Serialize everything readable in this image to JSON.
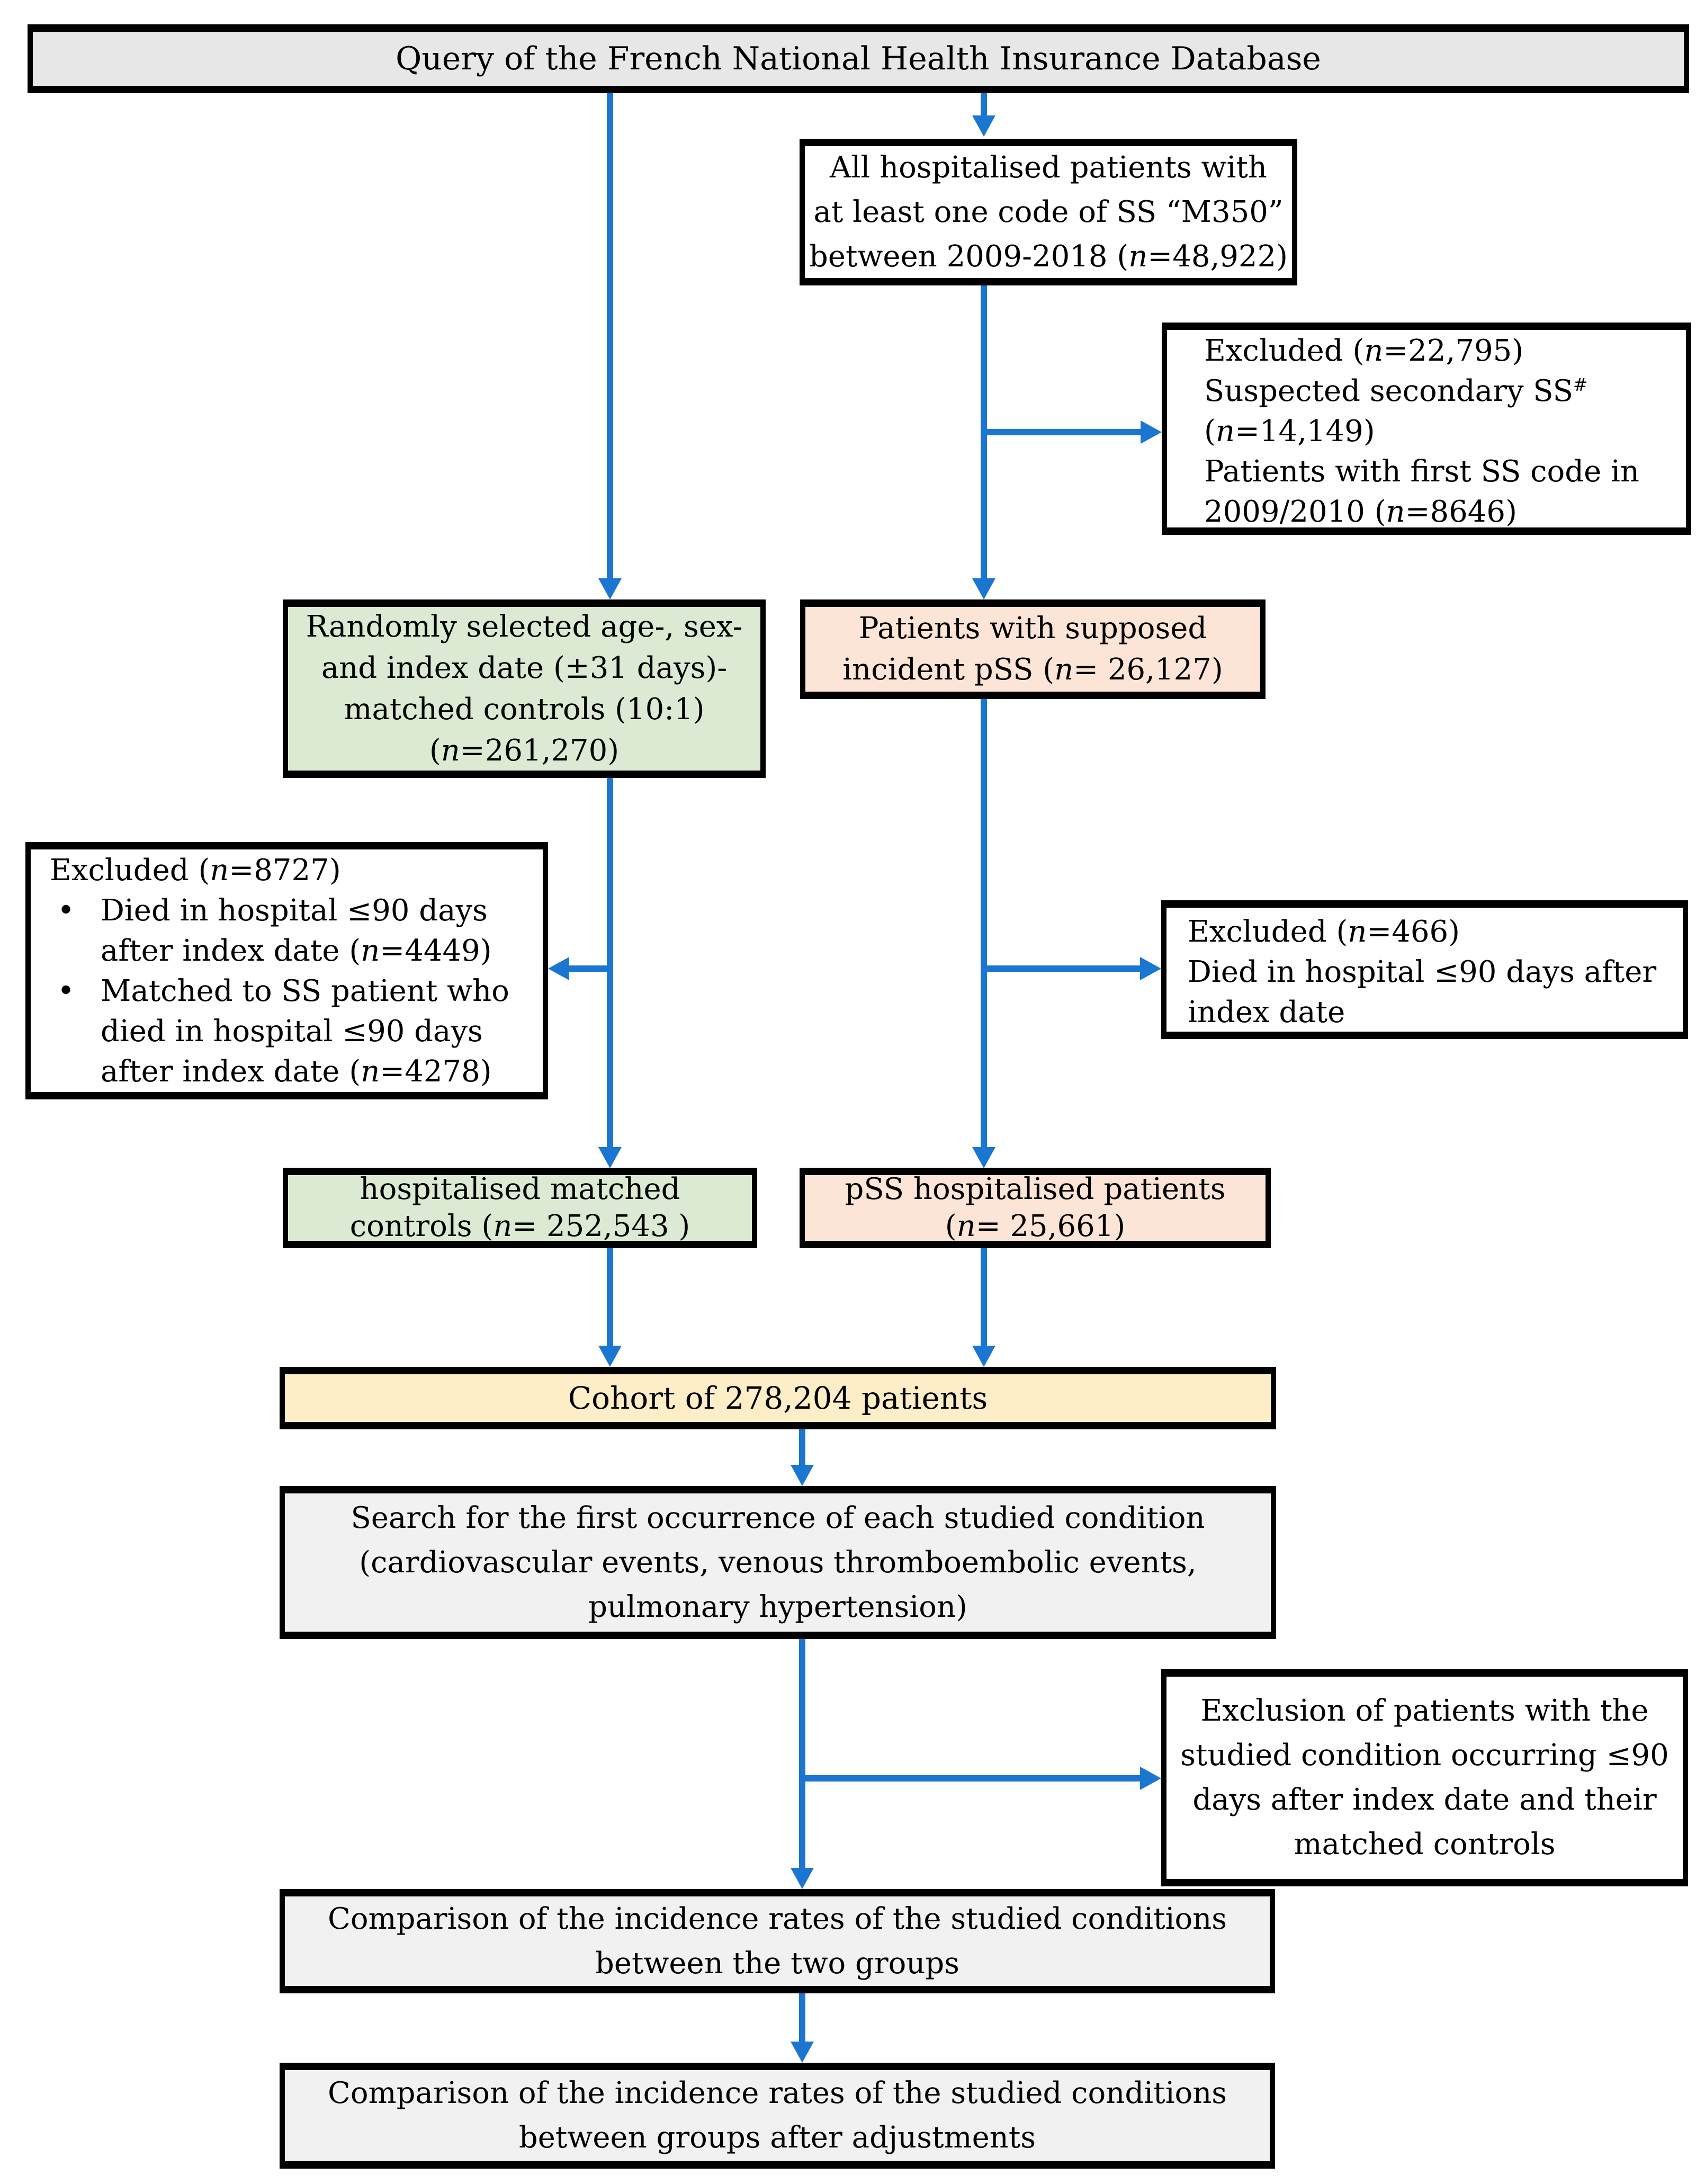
{
  "colors": {
    "arrow": "#1b76d1",
    "border": "#000000",
    "bar_fill": "#e8e7e7",
    "white_fill": "#ffffff",
    "green_fill": "#dcead4",
    "pink_fill": "#fce5d6",
    "yellow_fill": "#fdeec8",
    "gray_fill": "#f1f1f1"
  },
  "flow": {
    "top_bar": {
      "label": "Query of the French National Health Insurance Database"
    },
    "all_hospitalised": {
      "lines": [
        "All hospitalised patients with",
        "at least one code of SS “M350”",
        "between 2009-2018 (n=48,922)"
      ]
    },
    "excluded_secondary": {
      "lines": [
        "Excluded (n=22,795)",
        "Suspected secondary SS#",
        "(n=14,149)",
        "Patients with first SS code in",
        "2009/2010 (n=8646)"
      ]
    },
    "matched_controls": {
      "lines": [
        "Randomly selected age-, sex-",
        "and index date (±31 days)-",
        "matched controls (10:1)",
        "(n=261,270)"
      ]
    },
    "incident_pss": {
      "lines": [
        "Patients with supposed",
        "incident pSS (n= 26,127)"
      ]
    },
    "excluded_controls": {
      "title": "Excluded (n=8727)",
      "bullets": [
        {
          "lines": [
            "Died in hospital ≤90 days",
            "after index date (n=4449)"
          ]
        },
        {
          "lines": [
            "Matched to SS patient who",
            "died in hospital ≤90 days",
            "after index date (n=4278)"
          ]
        }
      ]
    },
    "excluded_pss": {
      "lines": [
        "Excluded (n=466)",
        "Died in hospital ≤90 days after",
        "index date"
      ]
    },
    "hospitalised_controls": {
      "lines": [
        "hospitalised matched",
        "controls (n= 252,543 )"
      ]
    },
    "pss_hospitalised": {
      "lines": [
        "pSS hospitalised patients",
        "(n= 25,661)"
      ]
    },
    "cohort": {
      "label": "Cohort of 278,204 patients"
    },
    "search_conditions": {
      "lines": [
        "Search for the first occurrence of each studied condition",
        "(cardiovascular events, venous thromboembolic events,",
        "pulmonary hypertension)"
      ]
    },
    "exclusion_90days": {
      "lines": [
        "Exclusion of patients with the",
        "studied condition occurring ≤90",
        "days after index date and their",
        "matched controls"
      ]
    },
    "comparison_crude": {
      "lines": [
        "Comparison of the incidence rates of the studied conditions",
        "between the two groups"
      ]
    },
    "comparison_adjusted": {
      "lines": [
        "Comparison of the incidence rates of the studied conditions",
        "between groups after adjustments"
      ]
    }
  }
}
